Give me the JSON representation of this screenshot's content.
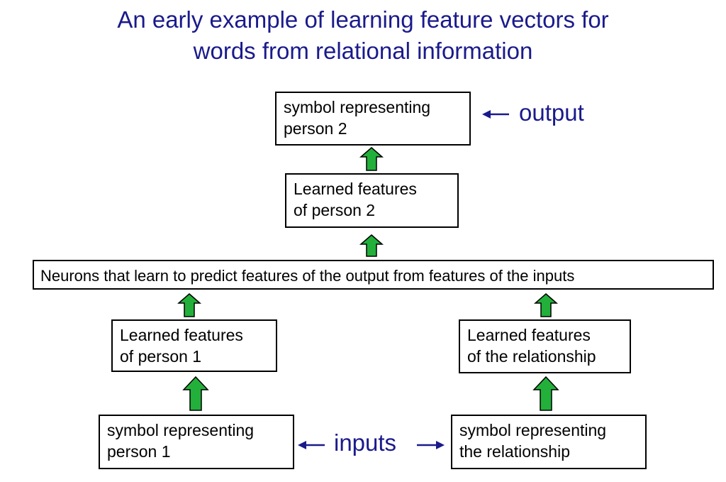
{
  "title": {
    "line1": "An early example of learning feature vectors for",
    "line2": "words from relational information"
  },
  "boxes": {
    "output_symbol": {
      "line1": "symbol representing",
      "line2": "person 2"
    },
    "features_person2": {
      "line1": "Learned features",
      "line2": "of person 2"
    },
    "neurons": {
      "text": "Neurons that learn to predict features of the output from features of the inputs"
    },
    "features_person1": {
      "line1": "Learned features",
      "line2": "of person 1"
    },
    "features_relationship": {
      "line1": "Learned features",
      "line2": "of the relationship"
    },
    "input_person1": {
      "line1": "symbol representing",
      "line2": "person 1"
    },
    "input_relationship": {
      "line1": "symbol representing",
      "line2": "the relationship"
    }
  },
  "labels": {
    "output": "output",
    "inputs": "inputs"
  },
  "colors": {
    "title": "#1a1a8c",
    "arrow_fill": "#22b03a",
    "arrow_stroke": "#000000",
    "label_arrow": "#1a1a8c"
  }
}
